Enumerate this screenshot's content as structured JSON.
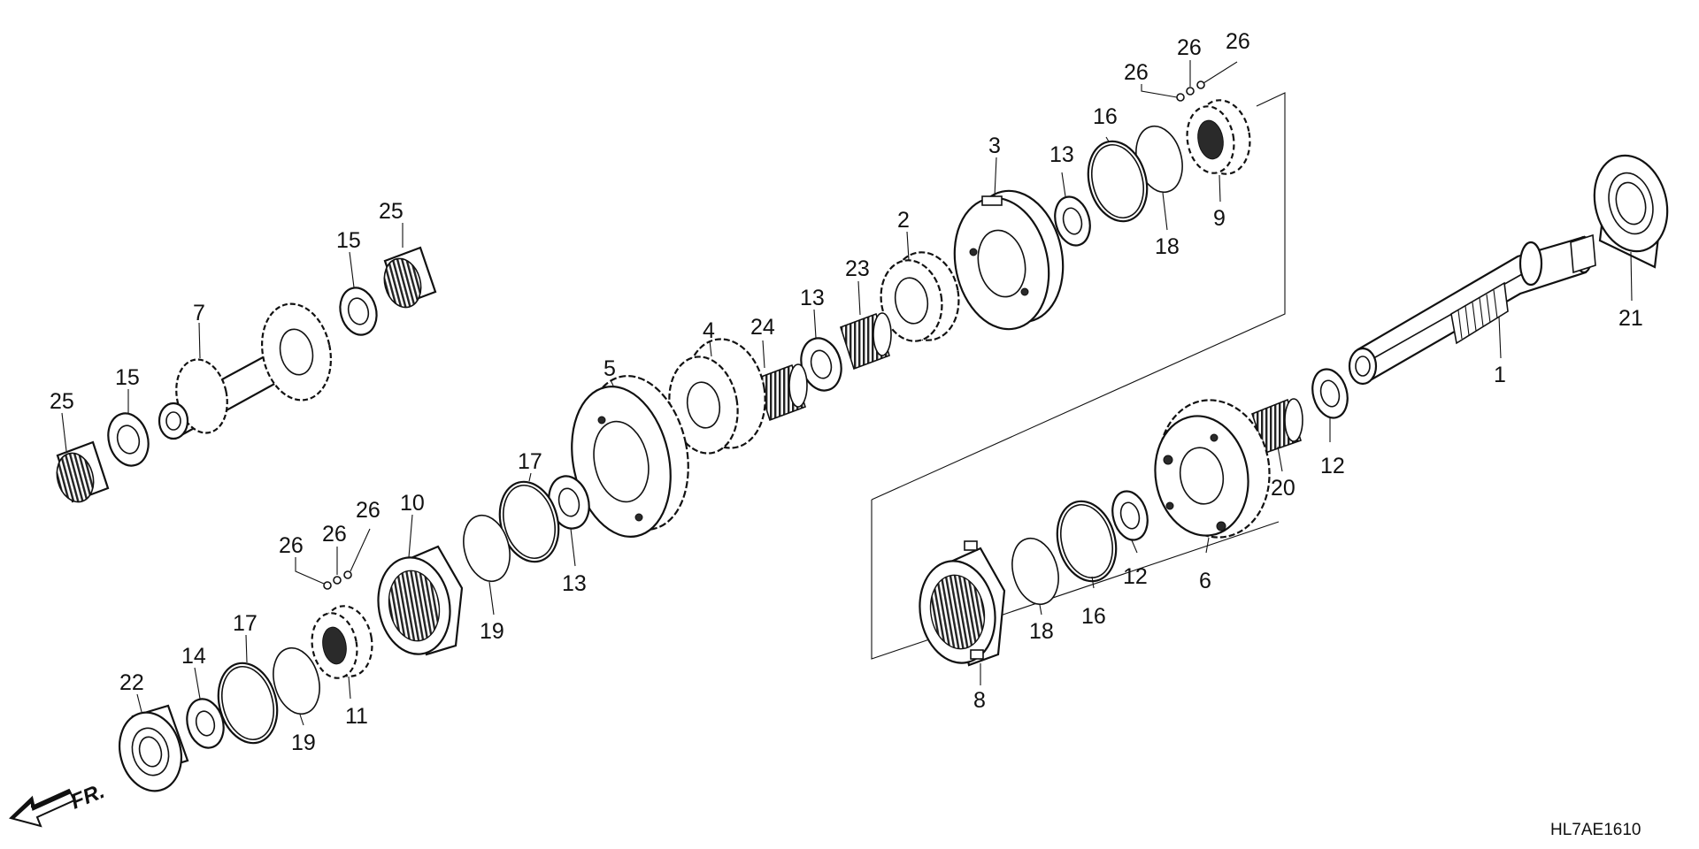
{
  "diagram_code": "HL7AE1610",
  "front_indicator": "FR.",
  "parts": [
    {
      "id": "p1",
      "label": "1",
      "kind": "main-shaft"
    },
    {
      "id": "p2",
      "label": "2",
      "kind": "gear"
    },
    {
      "id": "p3",
      "label": "3",
      "kind": "gear-hub"
    },
    {
      "id": "p4",
      "label": "4",
      "kind": "gear"
    },
    {
      "id": "p5",
      "label": "5",
      "kind": "large-gear"
    },
    {
      "id": "p6",
      "label": "6",
      "kind": "gear-hub"
    },
    {
      "id": "p7",
      "label": "7",
      "kind": "countershaft"
    },
    {
      "id": "p8",
      "label": "8",
      "kind": "sleeve"
    },
    {
      "id": "p9",
      "label": "9",
      "kind": "hub"
    },
    {
      "id": "p10",
      "label": "10",
      "kind": "sleeve"
    },
    {
      "id": "p11",
      "label": "11",
      "kind": "hub"
    },
    {
      "id": "p12a",
      "label": "12",
      "kind": "washer"
    },
    {
      "id": "p12b",
      "label": "12",
      "kind": "washer"
    },
    {
      "id": "p13a",
      "label": "13",
      "kind": "washer"
    },
    {
      "id": "p13b",
      "label": "13",
      "kind": "washer"
    },
    {
      "id": "p13c",
      "label": "13",
      "kind": "washer"
    },
    {
      "id": "p14",
      "label": "14",
      "kind": "washer"
    },
    {
      "id": "p15a",
      "label": "15",
      "kind": "washer"
    },
    {
      "id": "p15b",
      "label": "15",
      "kind": "washer"
    },
    {
      "id": "p16a",
      "label": "16",
      "kind": "snap-ring"
    },
    {
      "id": "p16b",
      "label": "16",
      "kind": "snap-ring"
    },
    {
      "id": "p17a",
      "label": "17",
      "kind": "snap-ring"
    },
    {
      "id": "p17b",
      "label": "17",
      "kind": "snap-ring"
    },
    {
      "id": "p18a",
      "label": "18",
      "kind": "circlip"
    },
    {
      "id": "p18b",
      "label": "18",
      "kind": "circlip"
    },
    {
      "id": "p19a",
      "label": "19",
      "kind": "circlip"
    },
    {
      "id": "p19b",
      "label": "19",
      "kind": "circlip"
    },
    {
      "id": "p20",
      "label": "20",
      "kind": "needle-bearing"
    },
    {
      "id": "p21",
      "label": "21",
      "kind": "ball-bearing"
    },
    {
      "id": "p22",
      "label": "22",
      "kind": "ball-bearing"
    },
    {
      "id": "p23",
      "label": "23",
      "kind": "needle-bearing"
    },
    {
      "id": "p24",
      "label": "24",
      "kind": "needle-bearing"
    },
    {
      "id": "p25a",
      "label": "25",
      "kind": "needle-bearing"
    },
    {
      "id": "p25b",
      "label": "25",
      "kind": "needle-bearing"
    },
    {
      "id": "p26a",
      "label": "26",
      "kind": "ball"
    },
    {
      "id": "p26b",
      "label": "26",
      "kind": "ball"
    },
    {
      "id": "p26c",
      "label": "26",
      "kind": "ball"
    },
    {
      "id": "p26d",
      "label": "26",
      "kind": "ball"
    },
    {
      "id": "p26e",
      "label": "26",
      "kind": "ball"
    },
    {
      "id": "p26f",
      "label": "26",
      "kind": "ball"
    }
  ]
}
